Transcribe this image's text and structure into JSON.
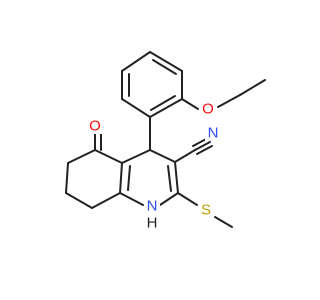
{
  "molecule": {
    "atoms": {
      "carbonyl_oxygen": "O",
      "nitrile_nitrogen": "N",
      "ether_oxygen": "O",
      "ring_nitrogen": "N",
      "ring_nitrogen_hydrogen": "H",
      "sulfur": "S"
    },
    "colors": {
      "carbon_bond": "#222222",
      "oxygen": "#ff0d0d",
      "nitrogen": "#3050f8",
      "sulfur": "#b8a200",
      "hydrogen": "#222222"
    }
  }
}
